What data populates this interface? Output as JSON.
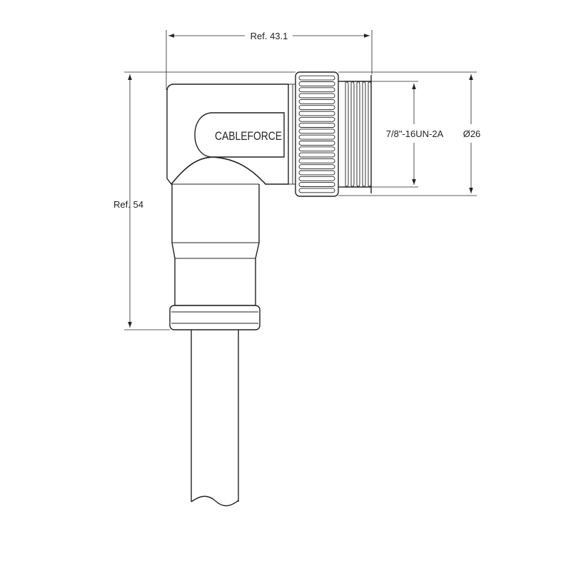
{
  "diagram": {
    "brand_label": "CABLEFORCE",
    "dimensions": {
      "width_ref": "Ref. 43.1",
      "height_ref": "Ref. 54",
      "thread_spec": "7/8\"-16UN-2A",
      "outer_diameter": "Ø26"
    }
  },
  "colors": {
    "line": "#222222",
    "background": "#ffffff"
  }
}
